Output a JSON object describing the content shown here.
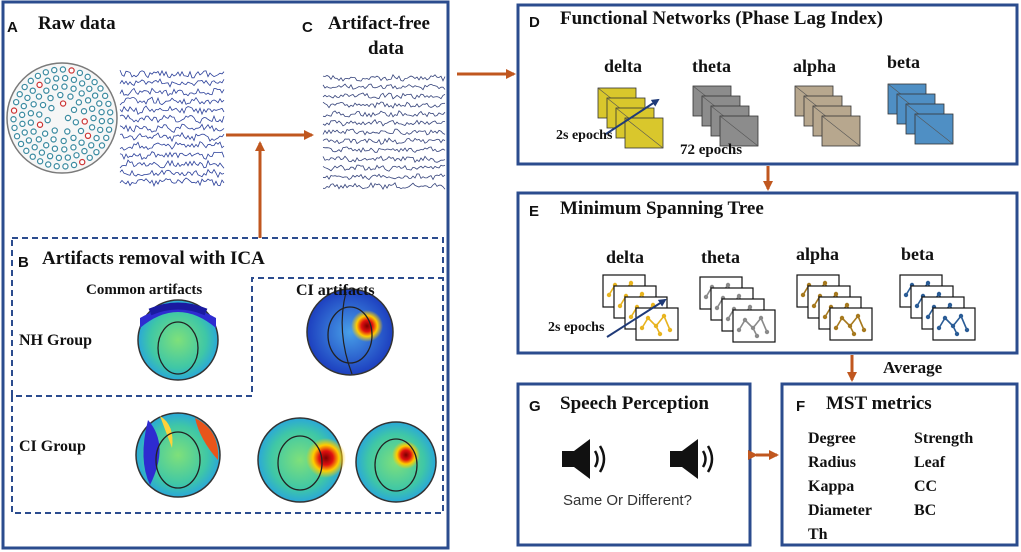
{
  "colors": {
    "frame": "#2b4c8e",
    "arrow": "#c0571f",
    "delta": "#d9c72c",
    "theta": "#8c8c8c",
    "alpha": "#b7a78e",
    "beta": "#4f8fc4",
    "mst_delta": "#e8b41f",
    "mst_theta": "#8a8a8a",
    "mst_alpha": "#a6791e",
    "mst_beta": "#2a5c96"
  },
  "panels": {
    "a": {
      "letter": "A",
      "title": "Raw data"
    },
    "b": {
      "letter": "B",
      "title": "Artifacts removal with ICA",
      "common_label": "Common artifacts",
      "ci_label": "CI  artifacts",
      "nh_group": "NH Group",
      "ci_group": "CI Group"
    },
    "c": {
      "letter": "C",
      "title_line1": "Artifact-free",
      "title_line2": "data"
    },
    "d": {
      "letter": "D",
      "title": "Functional Networks (Phase Lag Index)",
      "epochs_diag": "2s epochs",
      "epochs_count": "72 epochs",
      "bands": [
        "delta",
        "theta",
        "alpha",
        "beta"
      ]
    },
    "e": {
      "letter": "E",
      "title": "Minimum Spanning Tree",
      "epochs_diag": "2s epochs",
      "bands": [
        "delta",
        "theta",
        "alpha",
        "beta"
      ]
    },
    "f": {
      "letter": "F",
      "title": "MST metrics",
      "metrics_left": [
        "Degree",
        "Radius",
        "Kappa",
        "Diameter",
        "Th"
      ],
      "metrics_right": [
        "Strength",
        "Leaf",
        "CC",
        "BC"
      ]
    },
    "g": {
      "letter": "G",
      "title": "Speech Perception",
      "question": "Same Or Different?",
      "icons": [
        "speaker-icon",
        "speaker-icon"
      ]
    }
  },
  "average_label": "Average"
}
